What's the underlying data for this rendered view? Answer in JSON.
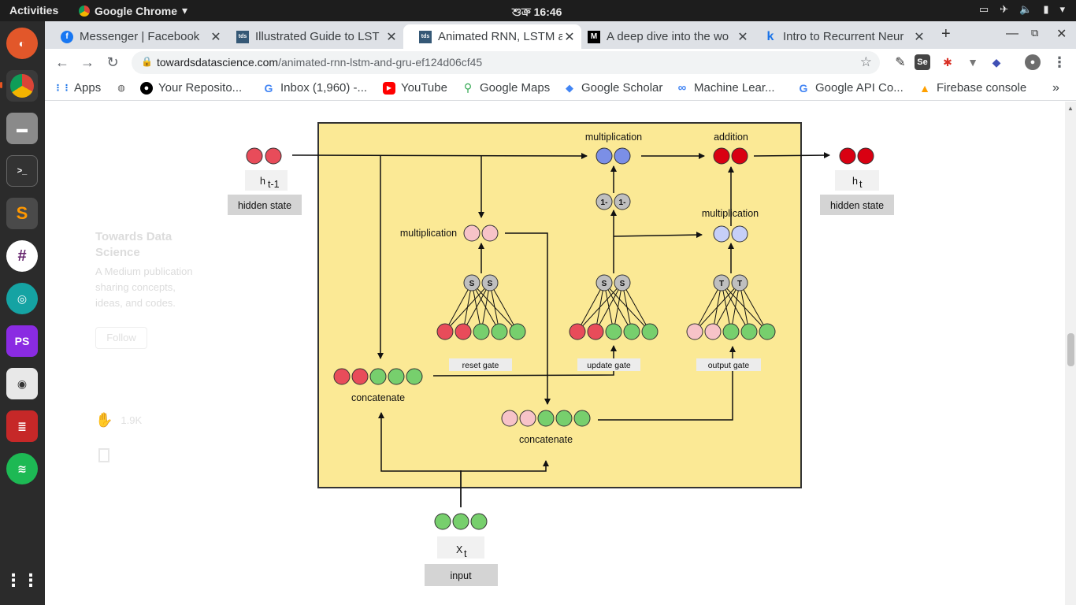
{
  "system": {
    "activities": "Activities",
    "app_name": "Google Chrome",
    "clock": "শুক্র 16:46"
  },
  "tabs": [
    {
      "title": "Messenger | Facebook",
      "icon": "facebook-icon",
      "active": false
    },
    {
      "title": "Illustrated Guide to LST",
      "icon": "tds-icon",
      "active": false
    },
    {
      "title": "Animated RNN, LSTM ar",
      "icon": "tds-icon",
      "active": true
    },
    {
      "title": "A deep dive into the wo",
      "icon": "medium-icon",
      "active": false
    },
    {
      "title": "Intro to Recurrent Neur",
      "icon": "k-icon",
      "active": false
    }
  ],
  "new_tab": "+",
  "omnibox": {
    "domain": "towardsdatascience.com",
    "path": "/animated-rnn-lstm-and-gru-ef124d06cf45"
  },
  "bookmarks": [
    {
      "label": "Apps",
      "icon": "apps-grid-icon"
    },
    {
      "label": "",
      "icon": "globe-icon"
    },
    {
      "label": "Your Reposito...",
      "icon": "github-icon"
    },
    {
      "label": "Inbox (1,960) -...",
      "icon": "google-icon"
    },
    {
      "label": "YouTube",
      "icon": "youtube-icon"
    },
    {
      "label": "Google Maps",
      "icon": "maps-pin-icon"
    },
    {
      "label": "Google Scholar",
      "icon": "scholar-icon"
    },
    {
      "label": "Machine Lear...",
      "icon": "infinity-icon"
    },
    {
      "label": "Google API Co...",
      "icon": "google-icon"
    },
    {
      "label": "Firebase console",
      "icon": "firebase-icon"
    }
  ],
  "bookmarks_overflow": "»",
  "sidebar": {
    "publication": "Towards Data Science",
    "description": "A Medium publication sharing concepts, ideas, and codes.",
    "follow": "Follow",
    "claps": "1.9K"
  },
  "diagram": {
    "labels": {
      "mult_top": "multiplication",
      "addition": "addition",
      "mult_reset": "multiplication",
      "mult_right": "multiplication",
      "one_minus": "1-",
      "sigmoid": "S",
      "tanh": "T",
      "reset_gate": "reset gate",
      "update_gate": "update gate",
      "output_gate": "output gate",
      "concat_left": "concatenate",
      "concat_mid": "concatenate",
      "h_prev_main": "h",
      "h_prev_sub": "t-1",
      "h_next_main": "h",
      "h_next_sub": "t",
      "x_main": "X",
      "x_sub": "t",
      "hidden_state_left": "hidden state",
      "hidden_state_right": "hidden state",
      "input": "input"
    },
    "colors": {
      "box_fill": "#fbe995",
      "red": "#e84c5a",
      "dark_red": "#d90012",
      "green": "#77cf6d",
      "pink": "#f7c3c8",
      "blue": "#7b8fe6",
      "light_blue": "#c6cff8",
      "gray_node": "#bfbfbf",
      "label_box": "#d4d4d4"
    }
  }
}
